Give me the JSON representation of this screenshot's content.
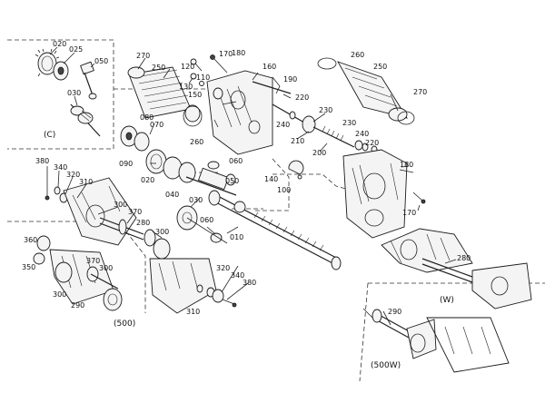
{
  "diagram": {
    "section_labels": [
      "(C)",
      "(500)",
      "(W)",
      "(500W)"
    ],
    "callouts": [
      "020",
      "025",
      "050",
      "030",
      "270",
      "250",
      "170",
      "180",
      "120",
      "130",
      "110",
      "160",
      "190",
      "150",
      "260",
      "250",
      "270",
      "220",
      "240",
      "230",
      "210",
      "200",
      "230",
      "240",
      "220",
      "080",
      "070",
      "260",
      "090",
      "020",
      "060",
      "050",
      "040",
      "140",
      "100",
      "180",
      "170",
      "380",
      "340",
      "320",
      "310",
      "300",
      "370",
      "280",
      "030",
      "060",
      "010",
      "360",
      "350",
      "300",
      "290",
      "370",
      "300",
      "300",
      "320",
      "340",
      "380",
      "310",
      "280",
      "290"
    ]
  }
}
